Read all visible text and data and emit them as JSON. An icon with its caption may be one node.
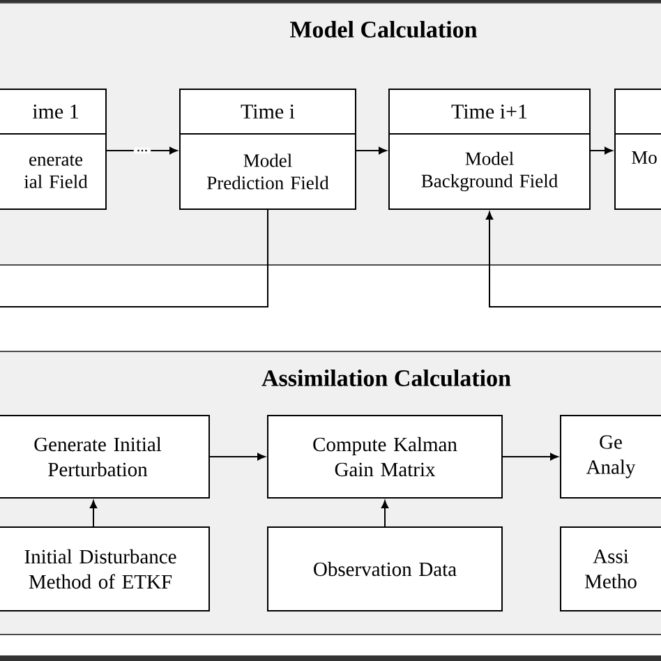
{
  "diagram": {
    "nodes": [
      {
        "text": [
          "Model Calculation"
        ]
      },
      {
        "text": [
          "ime 1",
          "enerate ial Field"
        ],
        "in": 0
      },
      {
        "text": [
          "..."
        ],
        "in": 0
      },
      {
        "text": [
          "Time i",
          "Model Prediction Field"
        ],
        "in": 0
      },
      {
        "text": [
          "Time i+1",
          "Model Background Field"
        ],
        "in": 0
      },
      {
        "text": [
          "Mo"
        ],
        "in": 0
      },
      {
        "text": [
          "Assimilation Calculation"
        ]
      },
      {
        "text": [
          "Generate Initial Perturbation"
        ],
        "in": 6
      },
      {
        "text": [
          "Compute Kalman Gain Matrix"
        ],
        "in": 6
      },
      {
        "text": [
          "Ge Analy"
        ],
        "in": 6
      },
      {
        "text": [
          "Initial Disturbance Method of ETKF"
        ],
        "in": 6
      },
      {
        "text": [
          "Observation Data"
        ],
        "in": 6
      },
      {
        "text": [
          "Assi Metho"
        ],
        "in": 6
      }
    ],
    "edges": [
      {
        "from": 1,
        "to": 2,
        "arrow": "none"
      },
      {
        "from": 2,
        "to": 3,
        "arrow": "to"
      },
      {
        "from": 3,
        "to": 4,
        "arrow": "to"
      },
      {
        "from": 4,
        "to": 5,
        "arrow": "to"
      },
      {
        "from": 3,
        "to": null,
        "arrow": "none"
      },
      {
        "from": null,
        "to": 4,
        "arrow": "to"
      },
      {
        "from": 7,
        "to": 8,
        "arrow": "to"
      },
      {
        "from": 8,
        "to": 9,
        "arrow": "to"
      },
      {
        "from": 10,
        "to": 7,
        "arrow": "to"
      },
      {
        "from": 11,
        "to": 8,
        "arrow": "to"
      }
    ]
  }
}
